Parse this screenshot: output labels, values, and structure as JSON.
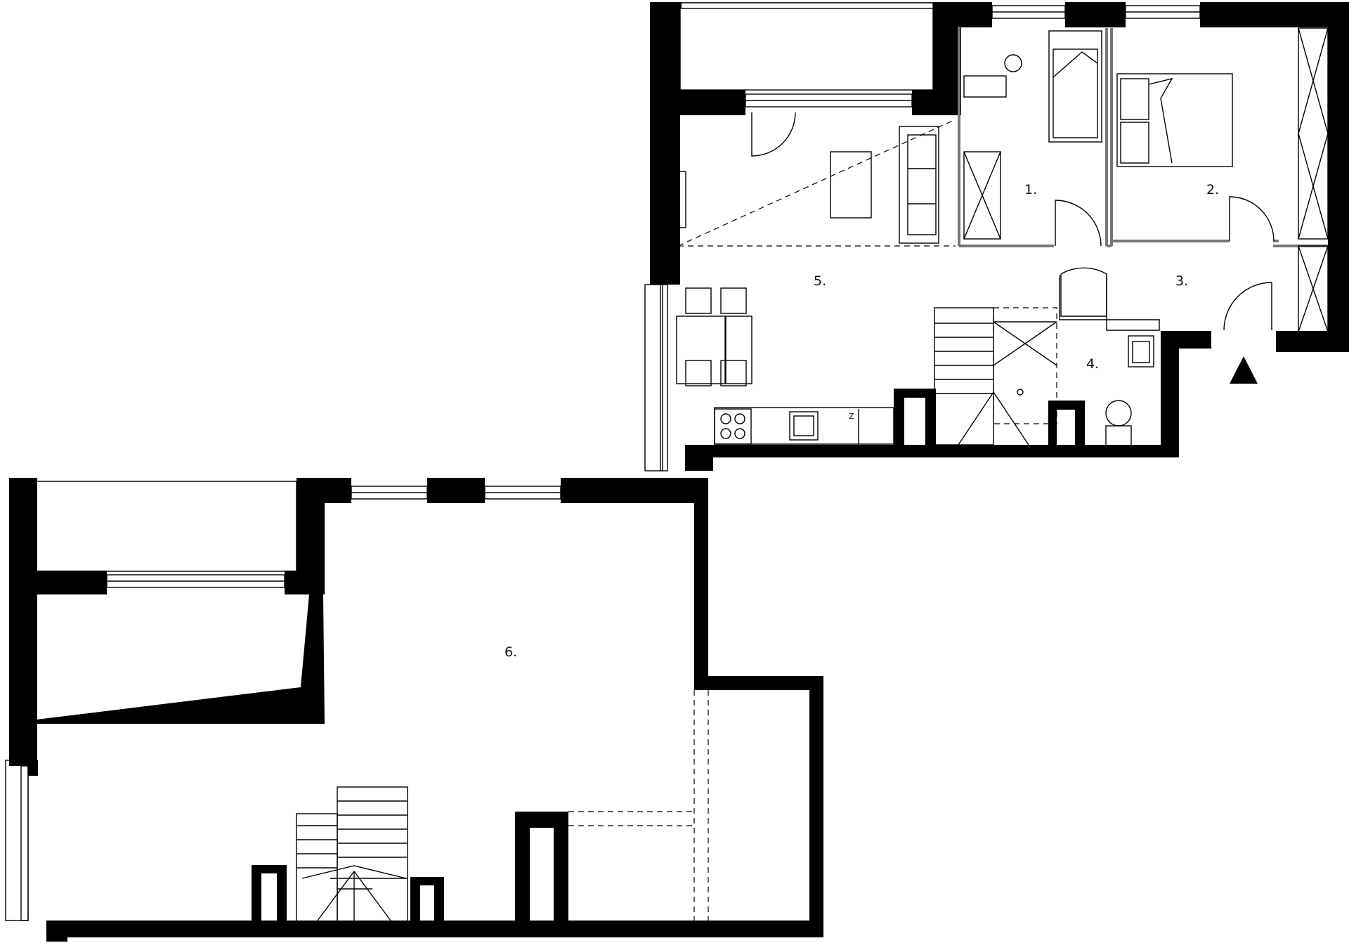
{
  "floor_plan": {
    "rooms": [
      {
        "id": "room-1",
        "label": "1."
      },
      {
        "id": "room-2",
        "label": "2."
      },
      {
        "id": "room-3",
        "label": "3."
      },
      {
        "id": "room-4",
        "label": "4."
      },
      {
        "id": "room-5",
        "label": "5."
      },
      {
        "id": "room-6",
        "label": "6."
      }
    ],
    "appliance_mark": "Z",
    "entrance_marker": "triangle-arrow-icon"
  }
}
